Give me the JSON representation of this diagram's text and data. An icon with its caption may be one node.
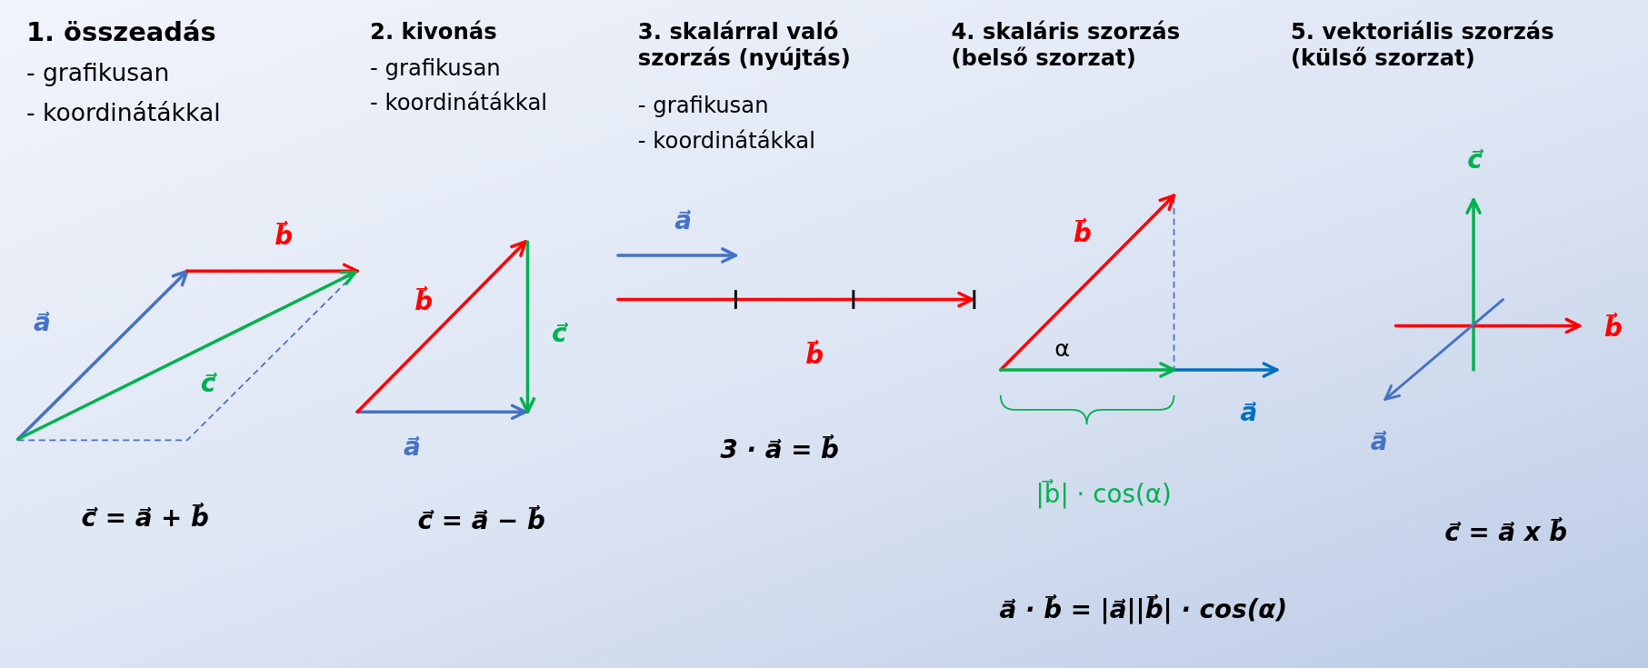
{
  "diagram": {
    "labels": [
      "1. összeadás",
      "- grafikusan",
      "- koordinátákkal",
      "2. kivonás",
      "- grafikusan",
      "- koordinátákkal",
      "3. skalárral való szorzás (nyújtás)",
      "- grafikusan",
      "- koordinátákkal",
      "4. skaláris szorzás (belső szorzat)",
      "5. vektoriális szorzás (külső szorzat)",
      "b⃗",
      "a⃗",
      "c⃗",
      "c⃗ = a⃗ + b⃗",
      "b⃗",
      "c⃗",
      "a⃗",
      "c⃗ = a⃗ − b⃗",
      "a⃗",
      "b⃗",
      "3 · a⃗ = b⃗",
      "b⃗",
      "α",
      "a⃗",
      "|b⃗| · cos(α)",
      "a⃗ · b⃗ = |a⃗||b⃗| · cos(α)",
      "c⃗",
      "b⃗",
      "a⃗",
      "c⃗ = a⃗ x b⃗"
    ]
  }
}
